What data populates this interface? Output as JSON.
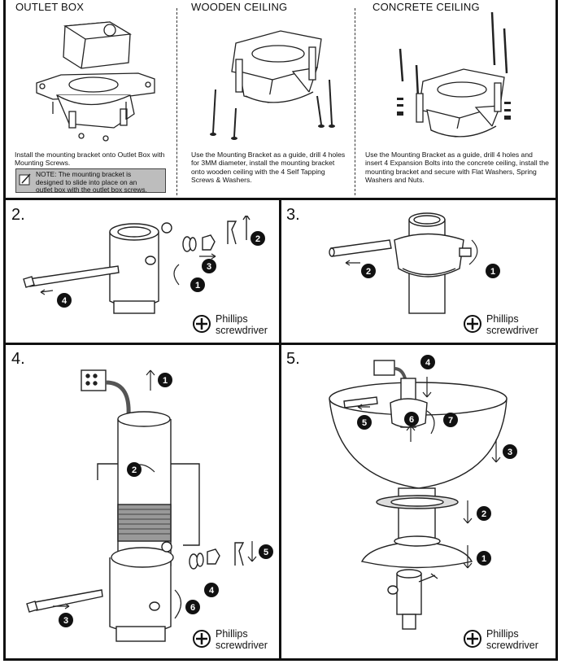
{
  "top": {
    "outlet": {
      "title": "OUTLET BOX",
      "desc": "Install the mounting bracket onto Outlet Box with Mounting Screws.",
      "note_line1": "NOTE: The mounting bracket is",
      "note_line2": "designed to slide into place on an",
      "note_line3": "outlet box with the outlet box screws."
    },
    "wooden": {
      "title": "WOODEN CEILING",
      "desc": "Use the Mounting Bracket as a guide, drill 4 holes for 3MM diameter, install the mounting bracket onto wooden ceiling with the 4 Self Tapping Screws & Washers."
    },
    "concrete": {
      "title": "CONCRETE CEILING",
      "desc": "Use the Mounting Bracket as a guide, drill 4 holes and insert 4 Expansion Bolts into the concrete ceiling, install the mounting bracket and secure with Flat Washers, Spring Washers and Nuts."
    }
  },
  "steps": {
    "s2": {
      "num": "2.",
      "badges": [
        "1",
        "2",
        "3",
        "4"
      ]
    },
    "s3": {
      "num": "3.",
      "badges": [
        "1",
        "2"
      ]
    },
    "s4": {
      "num": "4.",
      "badges": [
        "1",
        "2",
        "3",
        "4",
        "5",
        "6"
      ]
    },
    "s5": {
      "num": "5.",
      "badges": [
        "1",
        "2",
        "3",
        "4",
        "5",
        "6",
        "7"
      ]
    }
  },
  "tool": {
    "line1": "Phillips",
    "line2": "screwdriver",
    "icon": "phillips-icon"
  }
}
